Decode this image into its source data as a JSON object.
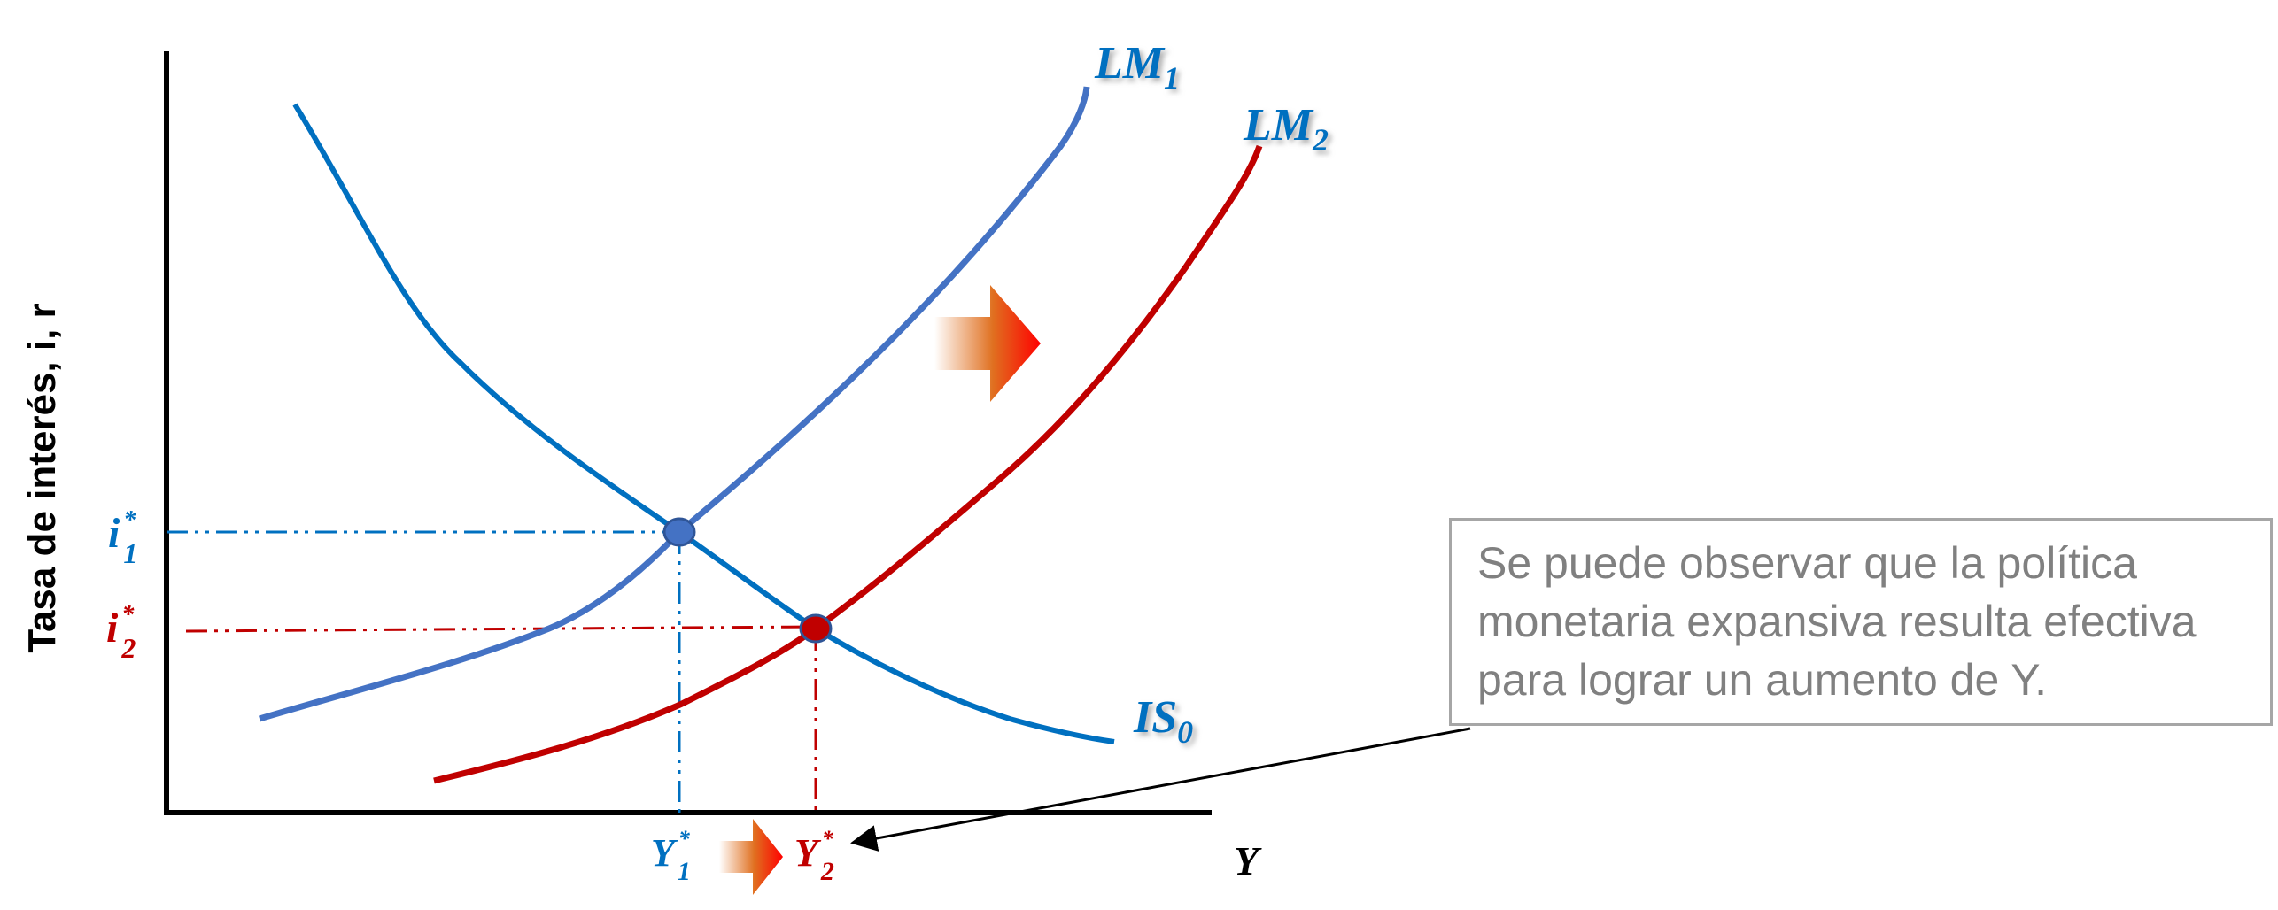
{
  "axes": {
    "y_label": "Tasa de interés, i, r",
    "x_label": "Y"
  },
  "curves": {
    "lm1": {
      "label": "LM",
      "sub": "1",
      "color": "#4472c4"
    },
    "lm2": {
      "label": "LM",
      "sub": "2",
      "color": "#c00000"
    },
    "is0": {
      "label": "IS",
      "sub": "0",
      "color": "#0070c0"
    }
  },
  "equilibria": {
    "i1": {
      "base": "i",
      "sup": "*",
      "sub": "1",
      "color": "#0070c0"
    },
    "i2": {
      "base": "i",
      "sup": "*",
      "sub": "2",
      "color": "#c00000"
    },
    "y1": {
      "base": "Y",
      "sup": "*",
      "sub": "1",
      "color": "#0070c0"
    },
    "y2": {
      "base": "Y",
      "sup": "*",
      "sub": "2",
      "color": "#c00000"
    }
  },
  "note": {
    "text": "Se puede observar que la política monetaria expansiva resulta efectiva para lograr un aumento de Y."
  }
}
